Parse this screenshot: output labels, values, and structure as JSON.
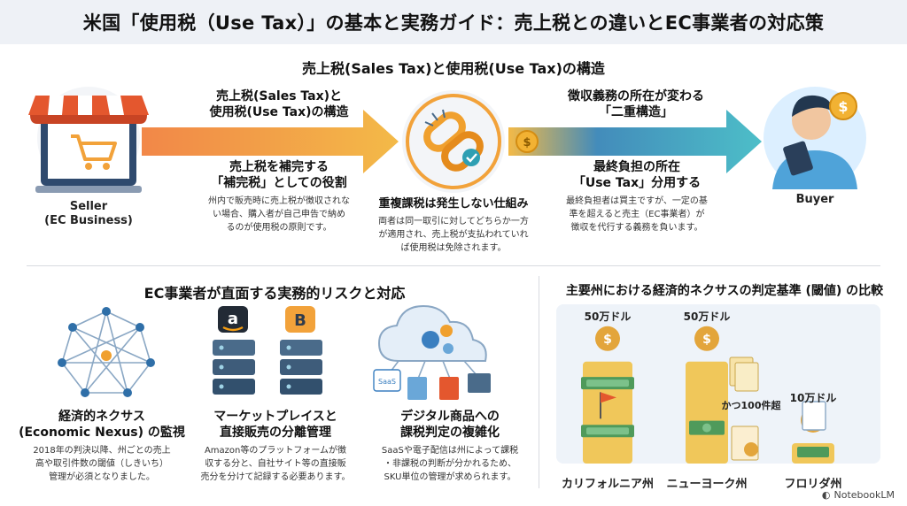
{
  "title": "米国「使用税（Use Tax）」の基本と実務ガイド：売上税との違いとEC事業者の対応策",
  "top": {
    "heading": "売上税(Sales Tax)と使用税(Use Tax)の構造",
    "seller_label": "Seller",
    "seller_sub": "(EC Business)",
    "buyer_label": "Buyer",
    "arrow1_l1": "売上税(Sales Tax)と",
    "arrow1_l2": "使用税(Use Tax)の構造",
    "comp_title_l1": "売上税を補完する",
    "comp_title_l2": "「補完税」としての役割",
    "comp_desc_l1": "州内で販売時に売上税が徴収されな",
    "comp_desc_l2": "い場合、購入者が自己申告で納め",
    "comp_desc_l3": "るのが使用税の原則です。",
    "dup_title": "重複課税は発生しない仕組み",
    "dup_desc_l1": "両者は同一取引に対してどちらか一方",
    "dup_desc_l2": "が適用され、売上税が支払われていれ",
    "dup_desc_l3": "ば使用税は免除されます。",
    "arrow2_l1": "徴収義務の所在が変わる",
    "arrow2_l2": "「二重構造」",
    "burden_l1": "最終負担の所在",
    "burden_l2": "「Use Tax」分用する",
    "burden_desc_l1": "最終負担者は買主ですが、一定の基",
    "burden_desc_l2": "準を超えると売主（EC事業者）が",
    "burden_desc_l3": "徴収を代行する義務を負います。"
  },
  "risks": {
    "heading": "EC事業者が直面する実務的リスクと対応",
    "items": [
      {
        "title_l1": "経済的ネクサス",
        "title_l2": "(Economic Nexus) の監視",
        "desc_l1": "2018年の判決以降、州ごとの売上",
        "desc_l2": "高や取引件数の閾値（しきいち）",
        "desc_l3": "管理が必須となりました。"
      },
      {
        "title_l1": "マーケットプレイスと",
        "title_l2": "直接販売の分離管理",
        "desc_l1": "Amazon等のプラットフォームが徴",
        "desc_l2": "収する分と、自社サイト等の直接販",
        "desc_l3": "売分を分けて記録する必要あります。"
      },
      {
        "title_l1": "デジタル商品への",
        "title_l2": "課税判定の複雑化",
        "desc_l1": "SaaSや電子配信は州によって課税",
        "desc_l2": "・非課税の判断が分かれるため、",
        "desc_l3": "SKU単位の管理が求められます。"
      }
    ],
    "saas_label": "SaaS",
    "amazon_glyph": "a",
    "b_glyph": "B"
  },
  "chart_data": {
    "type": "bar",
    "title": "主要州における経済的ネクサスの判定基準 (閾値) の比較",
    "categories": [
      "カリフォルニア州",
      "ニューヨーク州",
      "フロリダ州"
    ],
    "value_labels": [
      "50万ドル",
      "50万ドル",
      "10万ドル"
    ],
    "values": [
      500000,
      500000,
      100000
    ],
    "annotations": [
      "かつ100件超"
    ],
    "colors": {
      "bar": "#f0c75a",
      "money": "#4f9a5b"
    }
  },
  "footer": {
    "brand": "NotebookLM"
  },
  "colors": {
    "arrow_left": "#f08a3c",
    "arrow_right": "#2e9fb3",
    "accent": "#1f4e79"
  }
}
